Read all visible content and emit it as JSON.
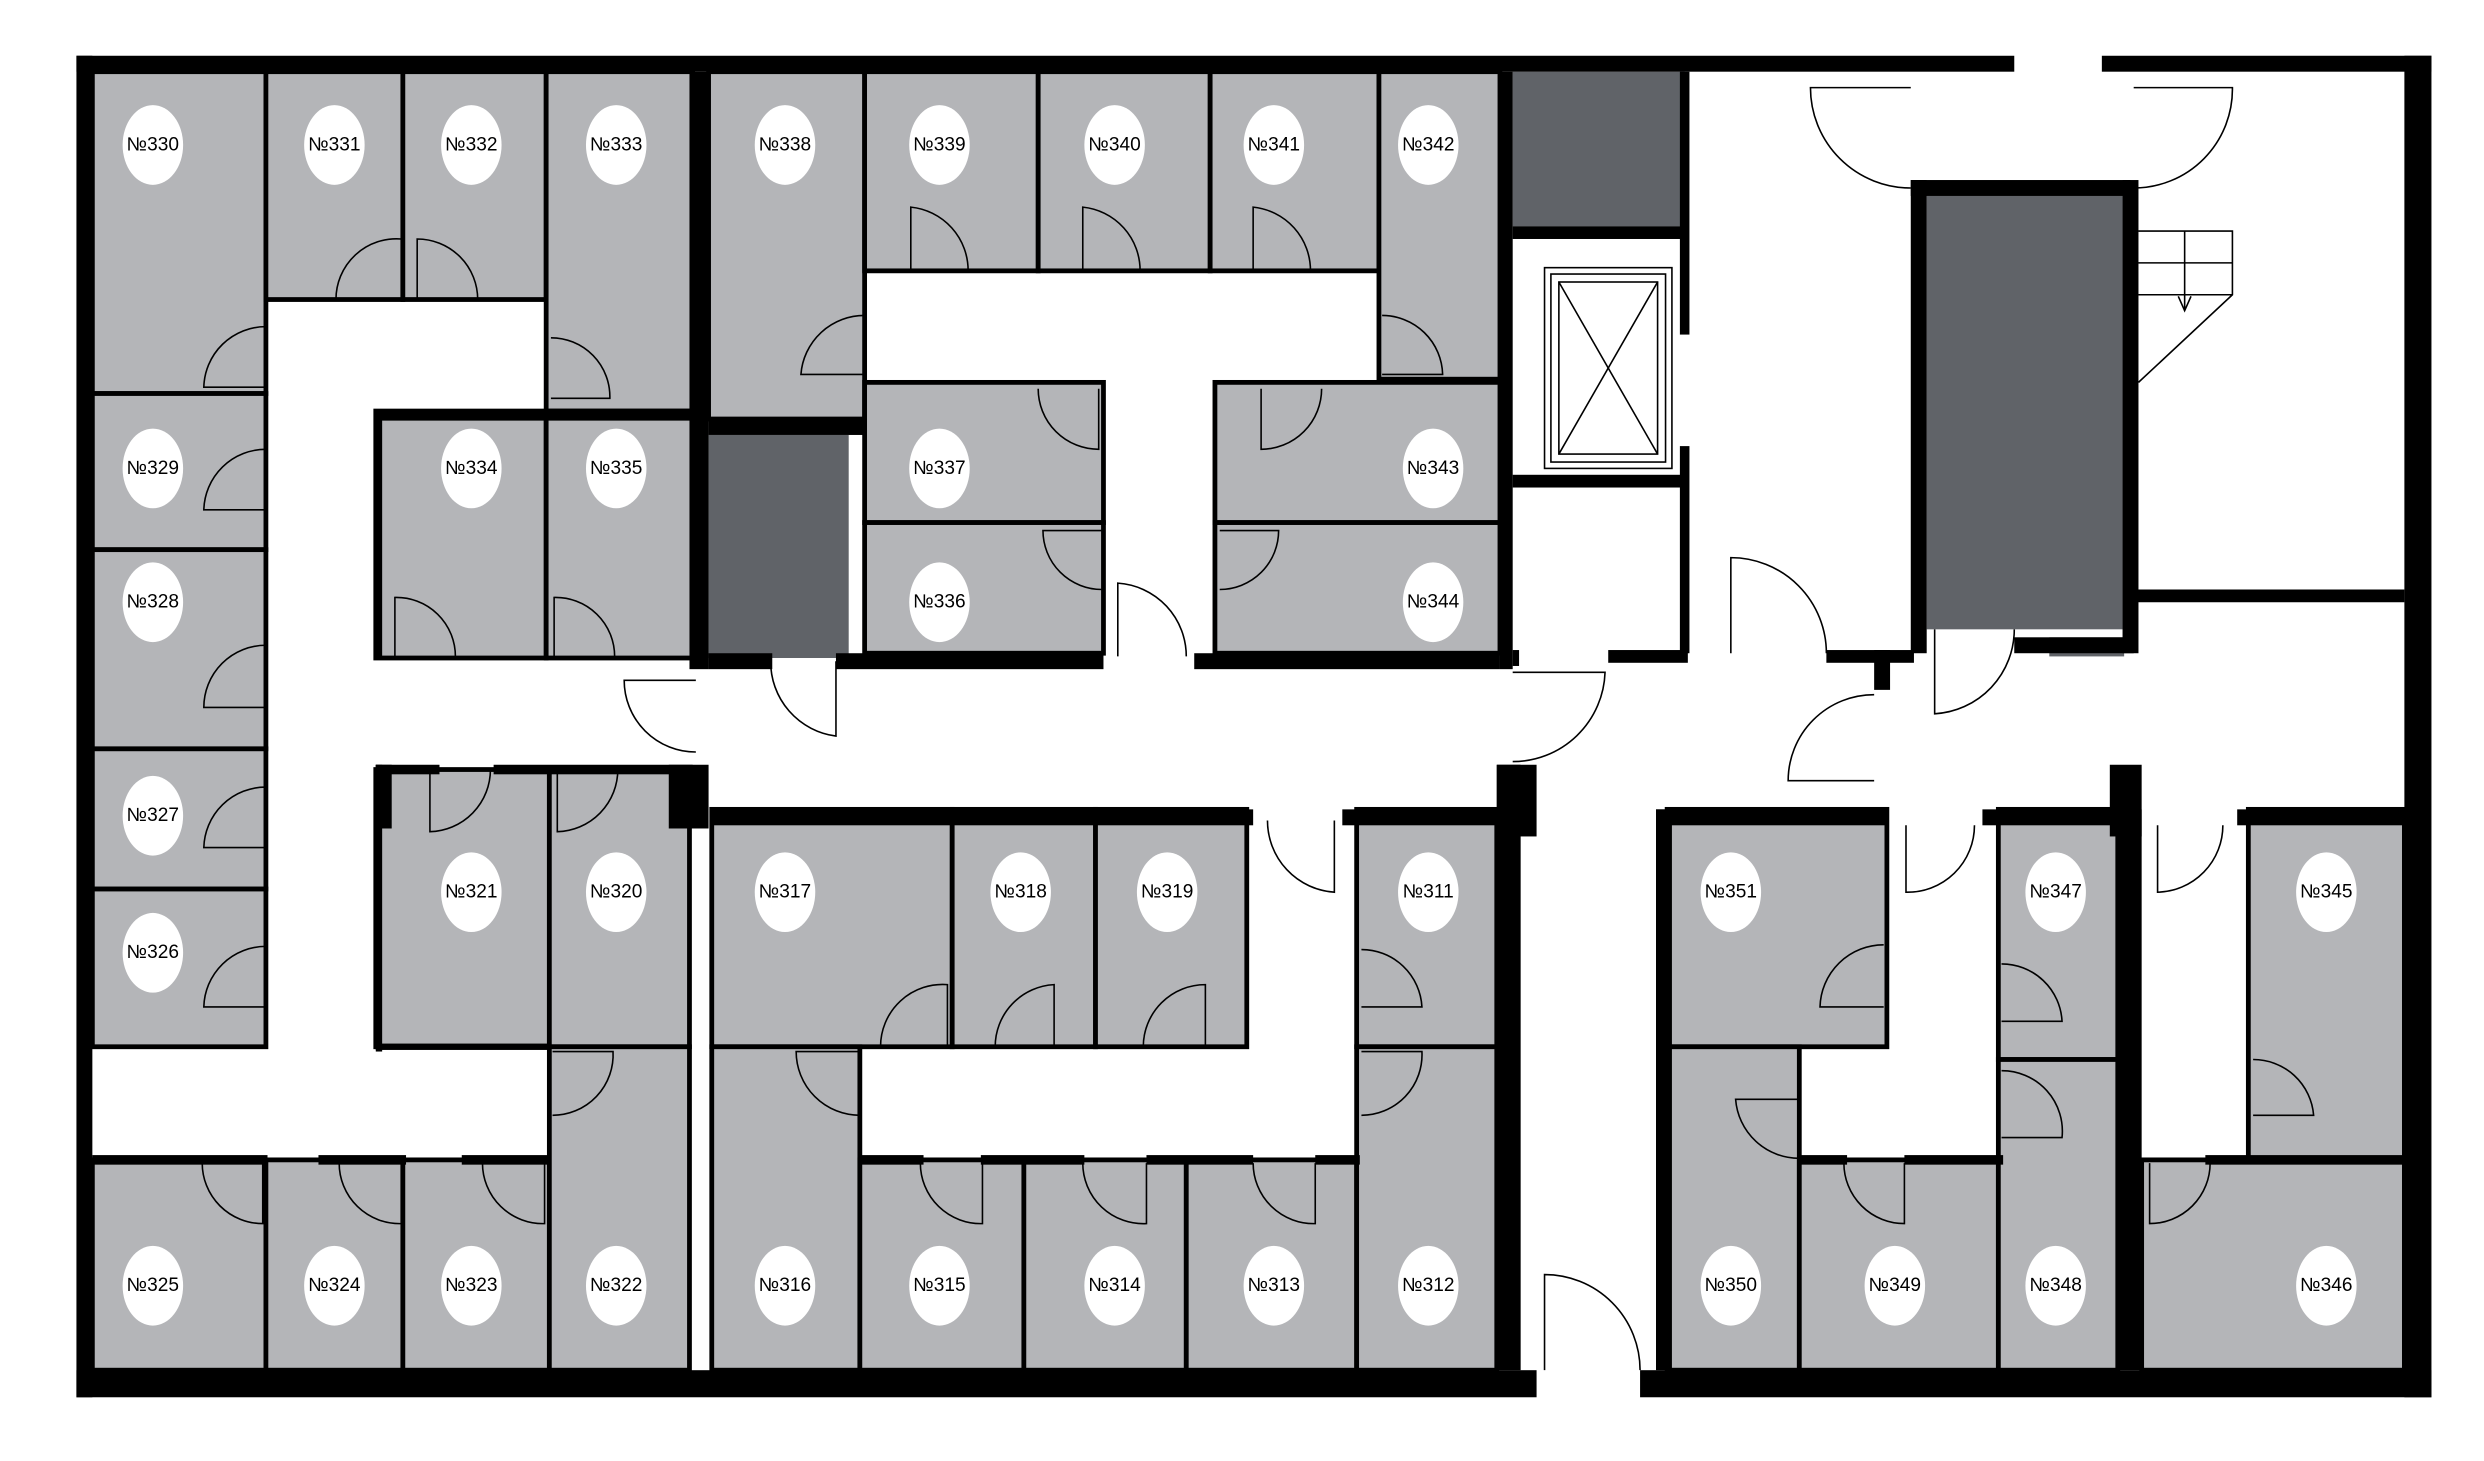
{
  "floor_plan": {
    "colors": {
      "room": "#b4b5b8",
      "service": "#606368",
      "wall": "#000000",
      "corridor": "#ffffff"
    },
    "rooms": [
      {
        "label": "№330"
      },
      {
        "label": "№331"
      },
      {
        "label": "№332"
      },
      {
        "label": "№333"
      },
      {
        "label": "№338"
      },
      {
        "label": "№339"
      },
      {
        "label": "№340"
      },
      {
        "label": "№341"
      },
      {
        "label": "№342"
      },
      {
        "label": "№329"
      },
      {
        "label": "№334"
      },
      {
        "label": "№335"
      },
      {
        "label": "№337"
      },
      {
        "label": "№343"
      },
      {
        "label": "№328"
      },
      {
        "label": "№336"
      },
      {
        "label": "№344"
      },
      {
        "label": "№327"
      },
      {
        "label": "№326"
      },
      {
        "label": "№321"
      },
      {
        "label": "№320"
      },
      {
        "label": "№317"
      },
      {
        "label": "№318"
      },
      {
        "label": "№319"
      },
      {
        "label": "№311"
      },
      {
        "label": "№351"
      },
      {
        "label": "№347"
      },
      {
        "label": "№345"
      },
      {
        "label": "№325"
      },
      {
        "label": "№324"
      },
      {
        "label": "№323"
      },
      {
        "label": "№322"
      },
      {
        "label": "№316"
      },
      {
        "label": "№315"
      },
      {
        "label": "№314"
      },
      {
        "label": "№313"
      },
      {
        "label": "№312"
      },
      {
        "label": "№350"
      },
      {
        "label": "№349"
      },
      {
        "label": "№348"
      },
      {
        "label": "№346"
      }
    ]
  }
}
